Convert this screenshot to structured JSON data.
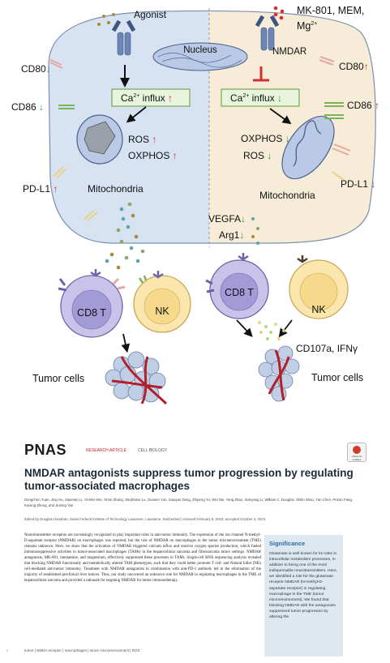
{
  "figure": {
    "left_labels": {
      "agonist": "Agonist",
      "nucleus": "Nucleus",
      "cd80": "CD80",
      "cd86": "CD86",
      "ca_influx": "Ca",
      "ros": "ROS",
      "oxphos": "OXPHOS",
      "pdl1": "PD-L1",
      "mitochondria": "Mitochondria",
      "cd8t": "CD8 T",
      "nk": "NK",
      "tumor_cells": "Tumor cells"
    },
    "right_labels": {
      "antagonists": "MK-801, MEM,",
      "mg": "Mg",
      "nmdar": "NMDAR",
      "cd80": "CD80",
      "cd86": "CD86",
      "ca_influx": "Ca",
      "oxphos": "OXPHOS",
      "ros": "ROS",
      "pdl1": "PD-L1",
      "mitochondria": "Mitochondria",
      "vegfa": "VEGFA",
      "arg1": "Arg1",
      "cd8t": "CD8 T",
      "nk": "NK",
      "cd107a": "CD107a, IFNγ",
      "tumor_cells": "Tumor cells"
    },
    "colors": {
      "up": "#d32f2f",
      "down": "#2e9b3e",
      "left_cell": "#d7e2f2",
      "right_cell": "#f6ecd8"
    }
  },
  "paper": {
    "logo": "PNAS",
    "article_type": "RESEARCH ARTICLE",
    "section": "CELL BIOLOGY",
    "check_updates": "Check for updates",
    "title": "NMDAR antagonists suppress tumor progression by regulating tumor-associated macrophages",
    "authors": "Dongchen Yuan, Jing Hu, Xiaoman Li, Ya-Mei Wei, Yimin Zhang, Stephanie Lu, Guosen Yun, Xiaoyan Deng, Zhipeng Yu, Wei Nie, Yang Zhao, Xianyang Li, William C. Douglas, Shilin Shao, Yan Chen, Peiran Fang, Kuixing Zheng, and Jiuning Yan",
    "edited": "Edited by Douglas Hanahan, Swiss Federal Institute of Technology Lausanne, Lausanne, Switzerland; received February 8, 2023; accepted October 4, 2023",
    "abstract": "Neurotransmitter receptors are increasingly recognized to play important roles in anti-tumor immunity. The expression of the ion channel N-methyl-D-aspartate receptor (NMDAR) on macrophages was reported, but the role of NMDAR on macrophages in the tumor microenvironment (TME) remains unknown. Here, we show that the activation of NMDAR triggered calcium influx and reactive oxygen species production, which fueled immunosuppressive activities in tumor-associated macrophages (TAMs) in the hepatocellular sarcoma and fibrosarcoma tumor settings. NMDAR antagonists, MK-801, memantine, and magnesium, effectively suppressed these processes in TAMs. Single-cell RNA sequencing analysis revealed that blocking NMDAR functionally and metabolically altered TAM phenotypes, such that they could better promote T cell- and Natural killer (NK) cell-mediated anti-tumor immunity. Treatment with NMDAR antagonists in combination with anti-PD-1 antibody led to the elimination of the majority of established preclinical liver tumors. Thus, our study uncovered an unknown role for NMDAR in regulating macrophages in the TME of hepatocellular sarcoma and provided a rationale for targeting NMDAR for tumor immunotherapy.",
    "significance_title": "Significance",
    "significance": "Glutamate is well known for its roles in intracellular metabolism processes, in addition to being one of the most indispensable neurotransmitters. Here, we identified a role for the glutamate receptor NMDAR (N-methyl-D-aspartate receptor) in regulating macrophage in the TME (tumor microenvironment). We found that blocking NMDAR with the antagonists suppressed tumor progression by altering the",
    "keywords": "tumor  |  NMDA receptor  |  macrophages  |  tumor microenvironment  |  ROS",
    "page_mark": "2"
  }
}
